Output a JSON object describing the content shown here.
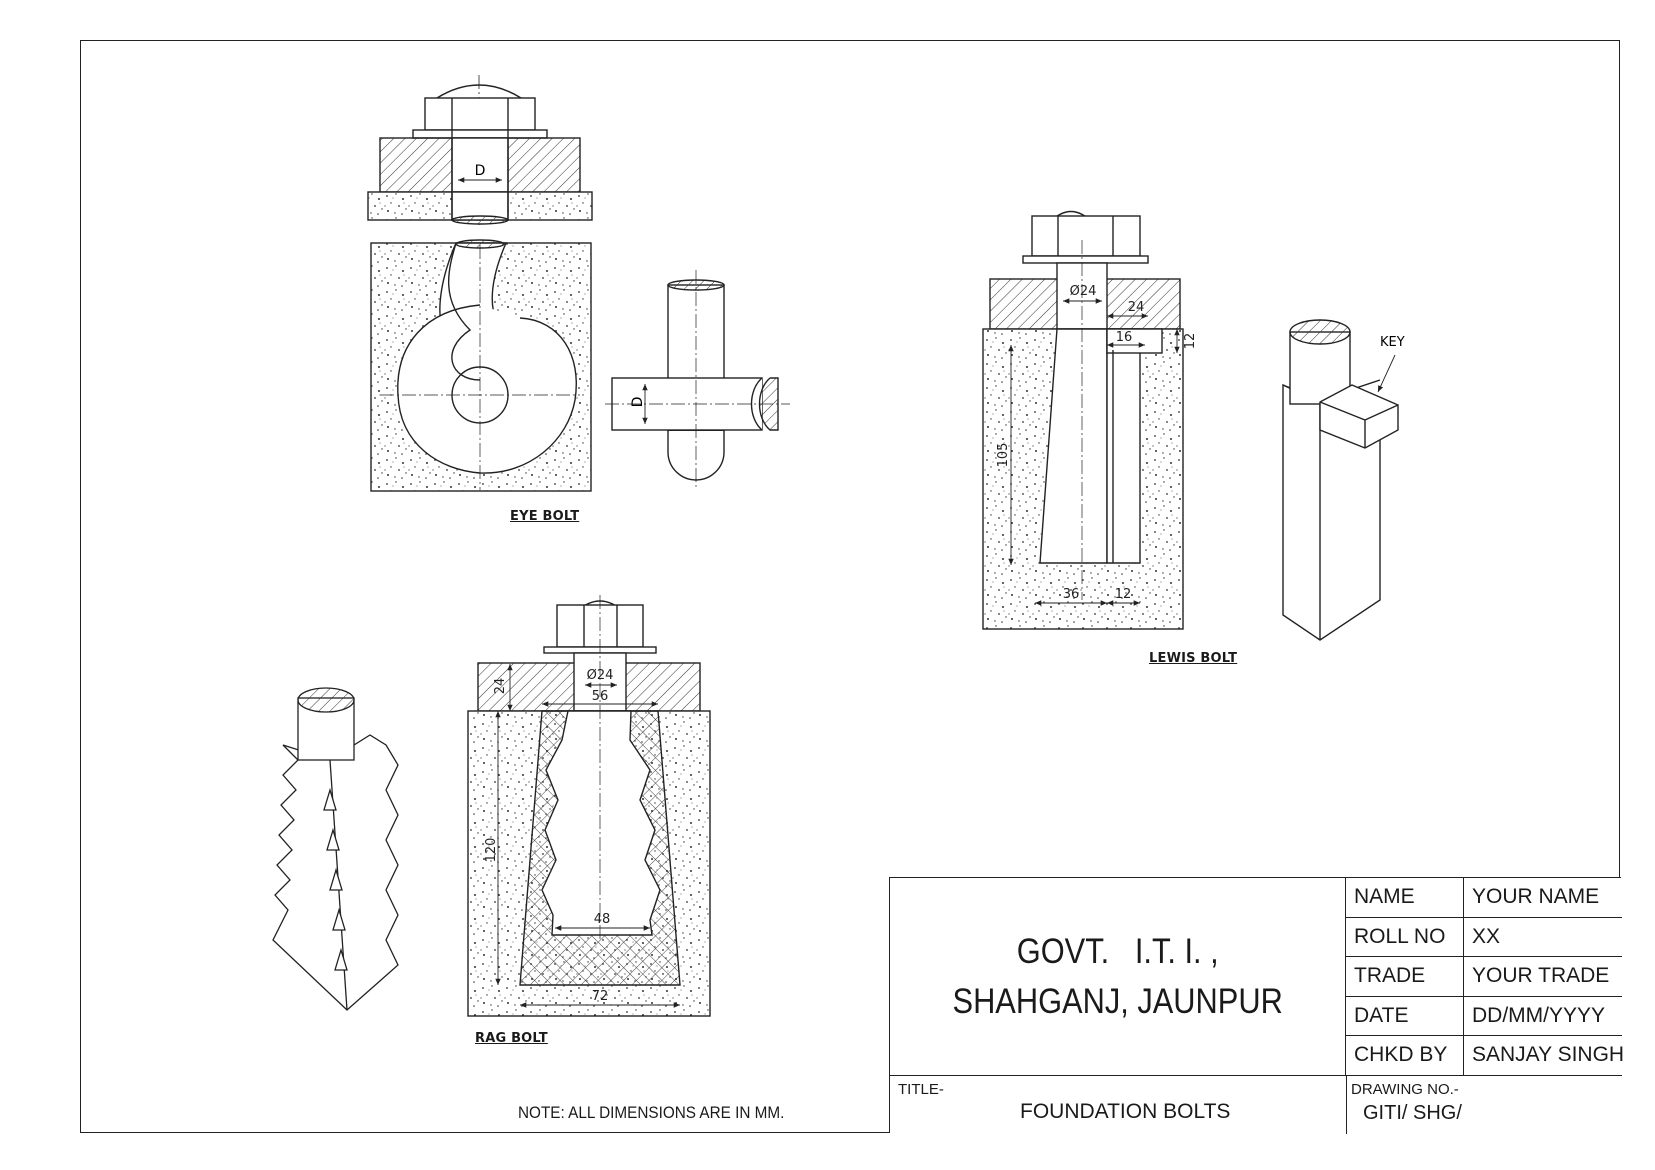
{
  "drawings": {
    "eye_bolt": {
      "caption": "EYE BOLT",
      "dim_d": "D"
    },
    "lewis_bolt": {
      "caption": "LEWIS BOLT",
      "dim_diameter": "Ø24",
      "dim_24": "24",
      "dim_16": "16",
      "dim_12_top": "12",
      "dim_105": "105",
      "dim_36": "36",
      "dim_12_bottom": "12",
      "key_label": "KEY"
    },
    "rag_bolt": {
      "caption": "RAG BOLT",
      "dim_diameter": "Ø24",
      "dim_24": "24",
      "dim_56": "56",
      "dim_120": "120",
      "dim_48": "48",
      "dim_72": "72"
    }
  },
  "note": "NOTE:  ALL DIMENSIONS ARE IN MM.",
  "title_block": {
    "institute_line1": "GOVT.   I.T. I. ,",
    "institute_line2": "SHAHGANJ, JAUNPUR",
    "rows": [
      {
        "label": "NAME",
        "value": "YOUR NAME"
      },
      {
        "label": "ROLL NO",
        "value": "XX"
      },
      {
        "label": "TRADE",
        "value": "YOUR TRADE"
      },
      {
        "label": "DATE",
        "value": "DD/MM/YYYY"
      },
      {
        "label": "CHKD BY",
        "value": "SANJAY SINGH"
      }
    ],
    "title_label": "TITLE-",
    "title_value": "FOUNDATION BOLTS",
    "drawing_no_label": "DRAWING NO.-",
    "drawing_no_value": "GITI/ SHG/"
  }
}
